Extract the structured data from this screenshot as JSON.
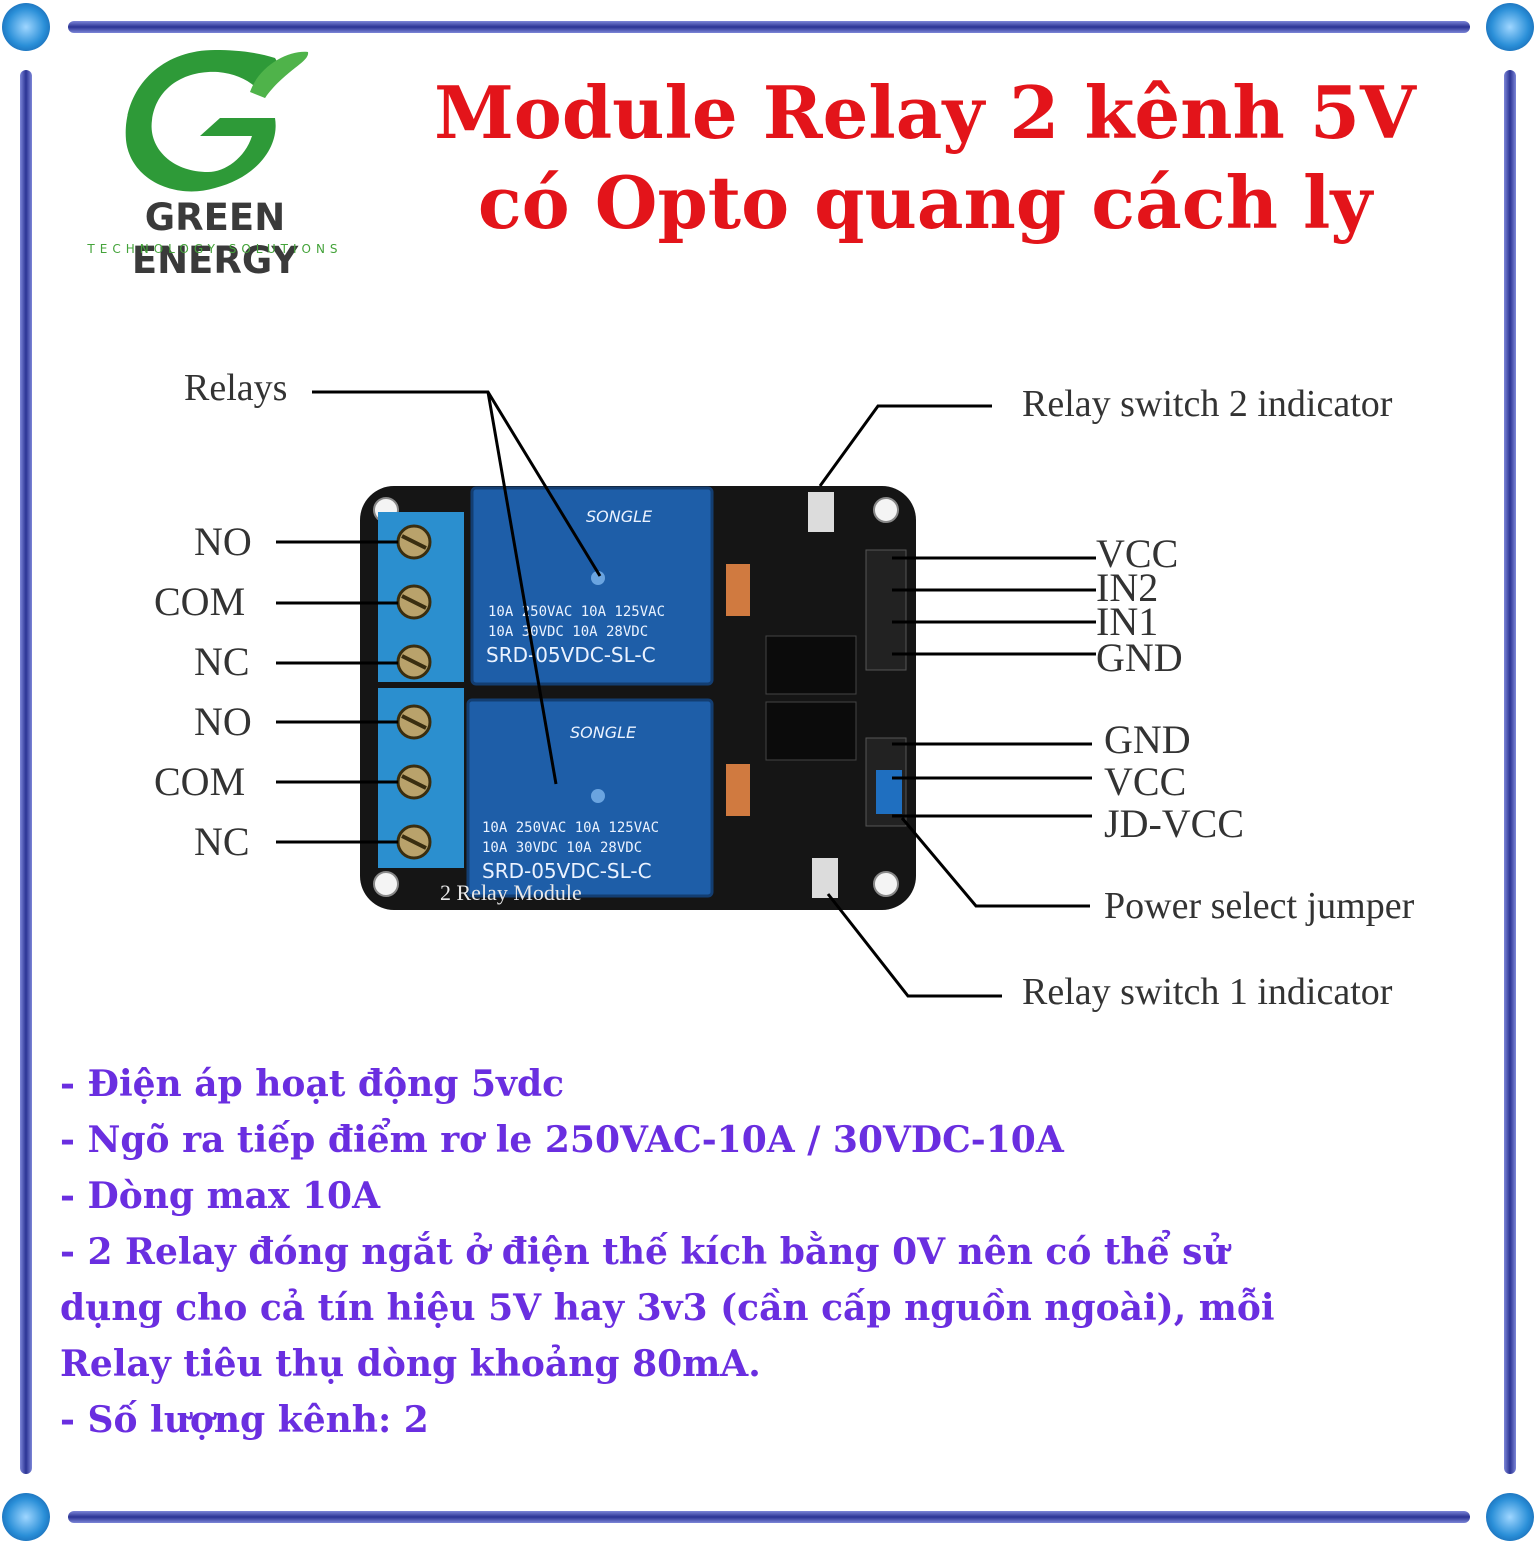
{
  "brand": {
    "name": "GREEN ENERGY",
    "tagline": "TECHNOLOGY SOLUTIONS",
    "colors": {
      "green": "#2e9a38",
      "dark": "#3a3a3a"
    }
  },
  "title": {
    "line1": "Module Relay 2 kênh 5V",
    "line2": "có Opto quang cách ly",
    "color": "#e3141a"
  },
  "board": {
    "relay1": {
      "brand": "SONGLE",
      "rating1": "10A 250VAC  10A 125VAC",
      "rating2": "10A  30VDC  10A  28VDC",
      "model": "SRD-05VDC-SL-C"
    },
    "relay2": {
      "brand": "SONGLE",
      "rating1": "10A 250VAC  10A 125VAC",
      "rating2": "10A  30VDC  10A  28VDC",
      "model": "SRD-05VDC-SL-C"
    },
    "silk_bottom": "2  Relay  Module"
  },
  "labels": {
    "relays": "Relays",
    "left": [
      "NO",
      "COM",
      "NC",
      "NO",
      "COM",
      "NC"
    ],
    "relay_switch_2": "Relay switch 2 indicator",
    "header_top": [
      "VCC",
      "IN2",
      "IN1",
      "GND"
    ],
    "header_bottom": [
      "GND",
      "VCC",
      "JD-VCC"
    ],
    "power_jumper": "Power select jumper",
    "relay_switch_1": "Relay switch 1 indicator"
  },
  "specs": [
    "- Điện áp hoạt động 5vdc",
    "- Ngõ ra tiếp điểm rơ le 250VAC-10A / 30VDC-10A",
    "- Dòng max 10A",
    "- 2 Relay đóng ngắt ở điện thế kích bằng 0V nên có thể sử",
    "dụng cho cả tín hiệu 5V hay 3v3 (cần cấp nguồn ngoài), mỗi",
    "Relay tiêu thụ dòng khoảng 80mA.",
    "- Số lượng kênh: 2"
  ],
  "spec_color": "#6a2ee0"
}
